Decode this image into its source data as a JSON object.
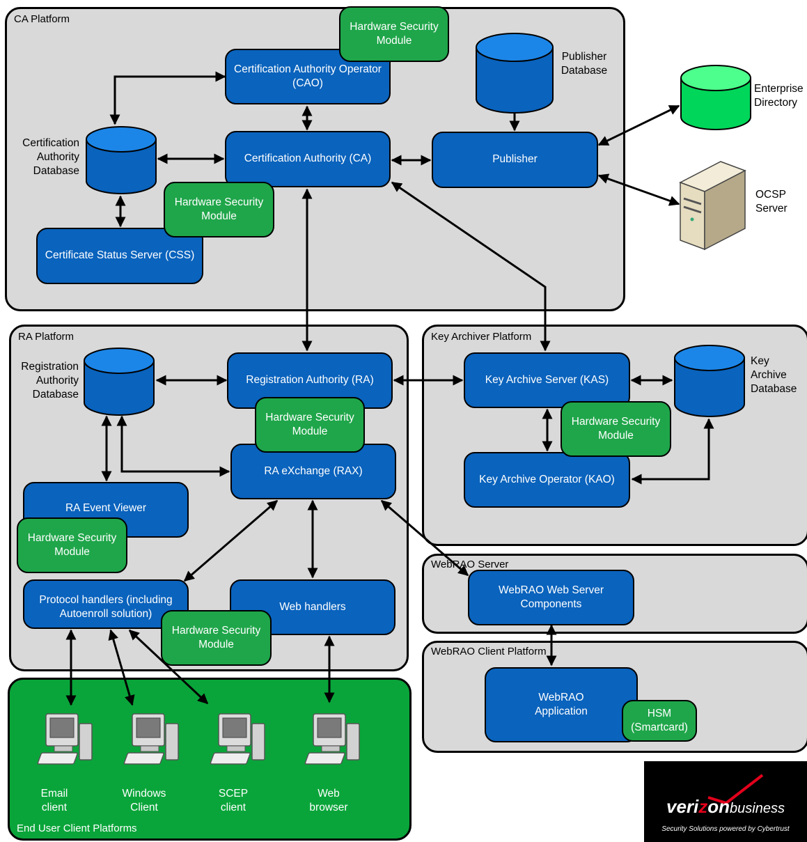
{
  "platforms": {
    "ca": "CA Platform",
    "ra": "RA Platform",
    "key_archiver": "Key Archiver Platform",
    "webrao_server": "WebRAO Server",
    "webrao_client": "WebRAO Client Platform",
    "end_user": "End User Client Platforms"
  },
  "nodes": {
    "cao": "Certification Authority Operator (CAO)",
    "ca": "Certification Authority (CA)",
    "publisher": "Publisher",
    "css": "Certificate Status Server (CSS)",
    "ra": "Registration Authority (RA)",
    "rax": "RA eXchange (RAX)",
    "ra_event_viewer": "RA Event Viewer",
    "protocol_handlers": "Protocol handlers (including Autoenroll solution)",
    "web_handlers": "Web handlers",
    "kas": "Key Archive Server (KAS)",
    "kao": "Key Archive Operator (KAO)",
    "webrao_web_server": "WebRAO Web Server Components",
    "webrao_app": "WebRAO Application"
  },
  "hsm_label": "Hardware Security Module",
  "hsm_smartcard": "HSM (Smartcard)",
  "databases": {
    "publisher_db": "Publisher Database",
    "ca_db": "Certification Authority Database",
    "ra_db": "Registration Authority Database",
    "ka_db": "Key Archive Database",
    "enterprise_dir": "Enterprise Directory"
  },
  "ocsp": "OCSP Server",
  "clients": {
    "email": "Email client",
    "windows": "Windows Client",
    "scep": "SCEP client",
    "web": "Web browser"
  },
  "logo": {
    "brand_prefix": "veri",
    "brand_z": "z",
    "brand_suffix": "on",
    "brand_business": "business",
    "tagline": "Security Solutions powered by Cybertrust"
  },
  "colors": {
    "node_blue": "#0a63bd",
    "hsm_green": "#1fa64a",
    "platform_grey": "#d9d9d9",
    "end_user_green": "#0aa53a",
    "enterprise_dir_green": "#00e060",
    "logo_red": "#e3001b"
  }
}
